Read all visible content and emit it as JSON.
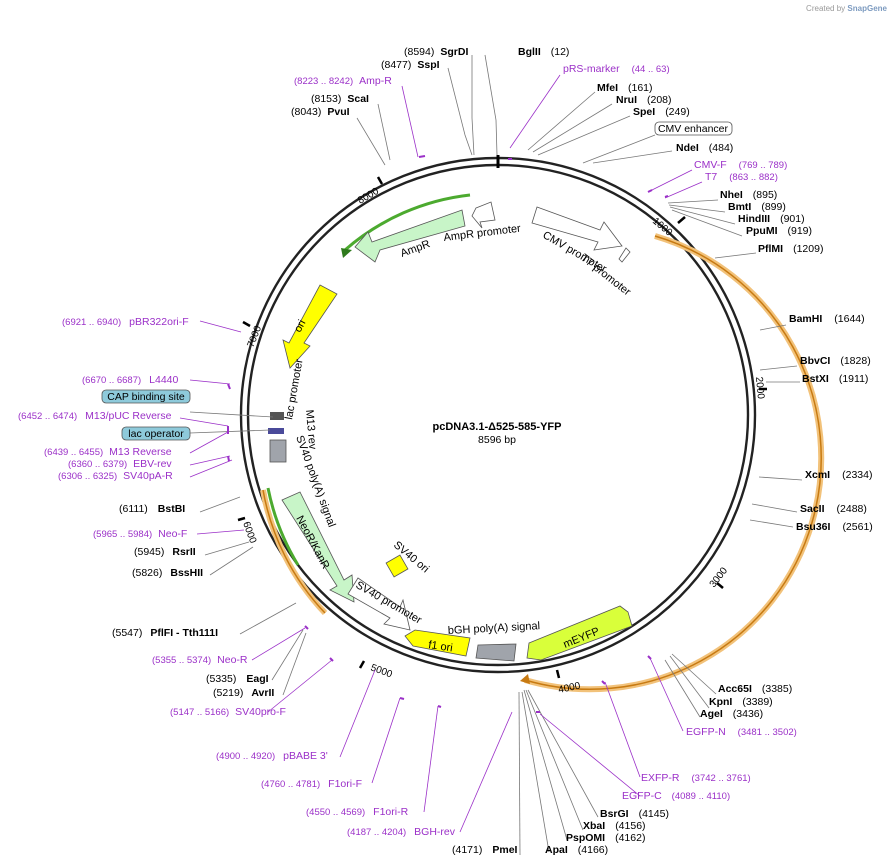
{
  "credit": {
    "prefix": "Created by",
    "brand": "SnapGene"
  },
  "plasmid": {
    "name": "pcDNA3.1-Δ525-585-YFP",
    "length_label": "8596 bp"
  },
  "ticks": [
    {
      "label": "1000"
    },
    {
      "label": "2000"
    },
    {
      "label": "3000"
    },
    {
      "label": "4000"
    },
    {
      "label": "5000"
    },
    {
      "label": "6000"
    },
    {
      "label": "7000"
    },
    {
      "label": "8000"
    }
  ],
  "sites": [
    {
      "name": "SgrDI",
      "pos": "(8594)"
    },
    {
      "name": "BglII",
      "pos": "(12)"
    },
    {
      "name": "SspI",
      "pos": "(8477)"
    },
    {
      "name": "MfeI",
      "pos": "(161)"
    },
    {
      "name": "NruI",
      "pos": "(208)"
    },
    {
      "name": "SpeI",
      "pos": "(249)"
    },
    {
      "name": "ScaI",
      "pos": "(8153)"
    },
    {
      "name": "PvuI",
      "pos": "(8043)"
    },
    {
      "name": "NdeI",
      "pos": "(484)"
    },
    {
      "name": "NheI",
      "pos": "(895)"
    },
    {
      "name": "BmtI",
      "pos": "(899)"
    },
    {
      "name": "HindIII",
      "pos": "(901)"
    },
    {
      "name": "PpuMI",
      "pos": "(919)"
    },
    {
      "name": "PflMI",
      "pos": "(1209)"
    },
    {
      "name": "BamHI",
      "pos": "(1644)"
    },
    {
      "name": "BbvCI",
      "pos": "(1828)"
    },
    {
      "name": "BstXI",
      "pos": "(1911)"
    },
    {
      "name": "XcmI",
      "pos": "(2334)"
    },
    {
      "name": "SacII",
      "pos": "(2488)"
    },
    {
      "name": "Bsu36I",
      "pos": "(2561)"
    },
    {
      "name": "Acc65I",
      "pos": "(3385)"
    },
    {
      "name": "KpnI",
      "pos": "(3389)"
    },
    {
      "name": "AgeI",
      "pos": "(3436)"
    },
    {
      "name": "BsrGI",
      "pos": "(4145)"
    },
    {
      "name": "XbaI",
      "pos": "(4156)"
    },
    {
      "name": "PspOMI",
      "pos": "(4162)"
    },
    {
      "name": "ApaI",
      "pos": "(4166)"
    },
    {
      "name": "PmeI",
      "pos": "(4171)"
    },
    {
      "name": "BstBI",
      "pos": "(6111)"
    },
    {
      "name": "RsrII",
      "pos": "(5945)"
    },
    {
      "name": "BssHII",
      "pos": "(5826)"
    },
    {
      "name": "PflFI - Tth111I",
      "pos": "(5547)"
    },
    {
      "name": "EagI",
      "pos": "(5335)"
    },
    {
      "name": "AvrII",
      "pos": "(5219)"
    }
  ],
  "primers": [
    {
      "name": "Amp-R",
      "pos": "(8223 .. 8242)"
    },
    {
      "name": "pRS-marker",
      "pos": "(44 .. 63)"
    },
    {
      "name": "CMV-F",
      "pos": "(769 .. 789)"
    },
    {
      "name": "T7",
      "pos": "(863 .. 882)"
    },
    {
      "name": "pBR322ori-F",
      "pos": "(6921 .. 6940)"
    },
    {
      "name": "L4440",
      "pos": "(6670 .. 6687)"
    },
    {
      "name": "M13/pUC Reverse",
      "pos": "(6452 .. 6474)"
    },
    {
      "name": "M13 Reverse",
      "pos": "(6439 .. 6455)"
    },
    {
      "name": "EBV-rev",
      "pos": "(6360 .. 6379)"
    },
    {
      "name": "SV40pA-R",
      "pos": "(6306 .. 6325)"
    },
    {
      "name": "Neo-F",
      "pos": "(5965 .. 5984)"
    },
    {
      "name": "Neo-R",
      "pos": "(5355 .. 5374)"
    },
    {
      "name": "SV40pro-F",
      "pos": "(5147 .. 5166)"
    },
    {
      "name": "pBABE 3'",
      "pos": "(4900 .. 4920)"
    },
    {
      "name": "F1ori-F",
      "pos": "(4760 .. 4781)"
    },
    {
      "name": "F1ori-R",
      "pos": "(4550 .. 4569)"
    },
    {
      "name": "BGH-rev",
      "pos": "(4187 .. 4204)"
    },
    {
      "name": "EGFP-N",
      "pos": "(3481 .. 3502)"
    },
    {
      "name": "EXFP-R",
      "pos": "(3742 .. 3761)"
    },
    {
      "name": "EGFP-C",
      "pos": "(4089 .. 4110)"
    }
  ],
  "boxed_labels": [
    "CMV enhancer",
    "CAP binding site",
    "lac operator"
  ],
  "features": [
    "AmpR",
    "AmpR promoter",
    "CMV promoter",
    "T7 promoter",
    "ori",
    "lac promoter",
    "M13 rev",
    "SV40 poly(A) signal",
    "NeoR/KanR",
    "SV40 ori",
    "SV40 promoter",
    "f1 ori",
    "bGH poly(A) signal",
    "mEYFP"
  ],
  "colors": {
    "backbone": "#222222",
    "primer": "#9b30c8",
    "ampR": "#c8f5c8",
    "ori": "#ffff00",
    "f1ori": "#ffff00",
    "mEYFP": "#d9ff3a",
    "neo": "#c8f5c8",
    "promoter": "#ffffff",
    "polyA": "#a0a4ab",
    "orf": "#f2c27a",
    "orf_line": "#c77a12",
    "orf_green": "#4caa2f",
    "cap_box": "#8ecadb"
  }
}
